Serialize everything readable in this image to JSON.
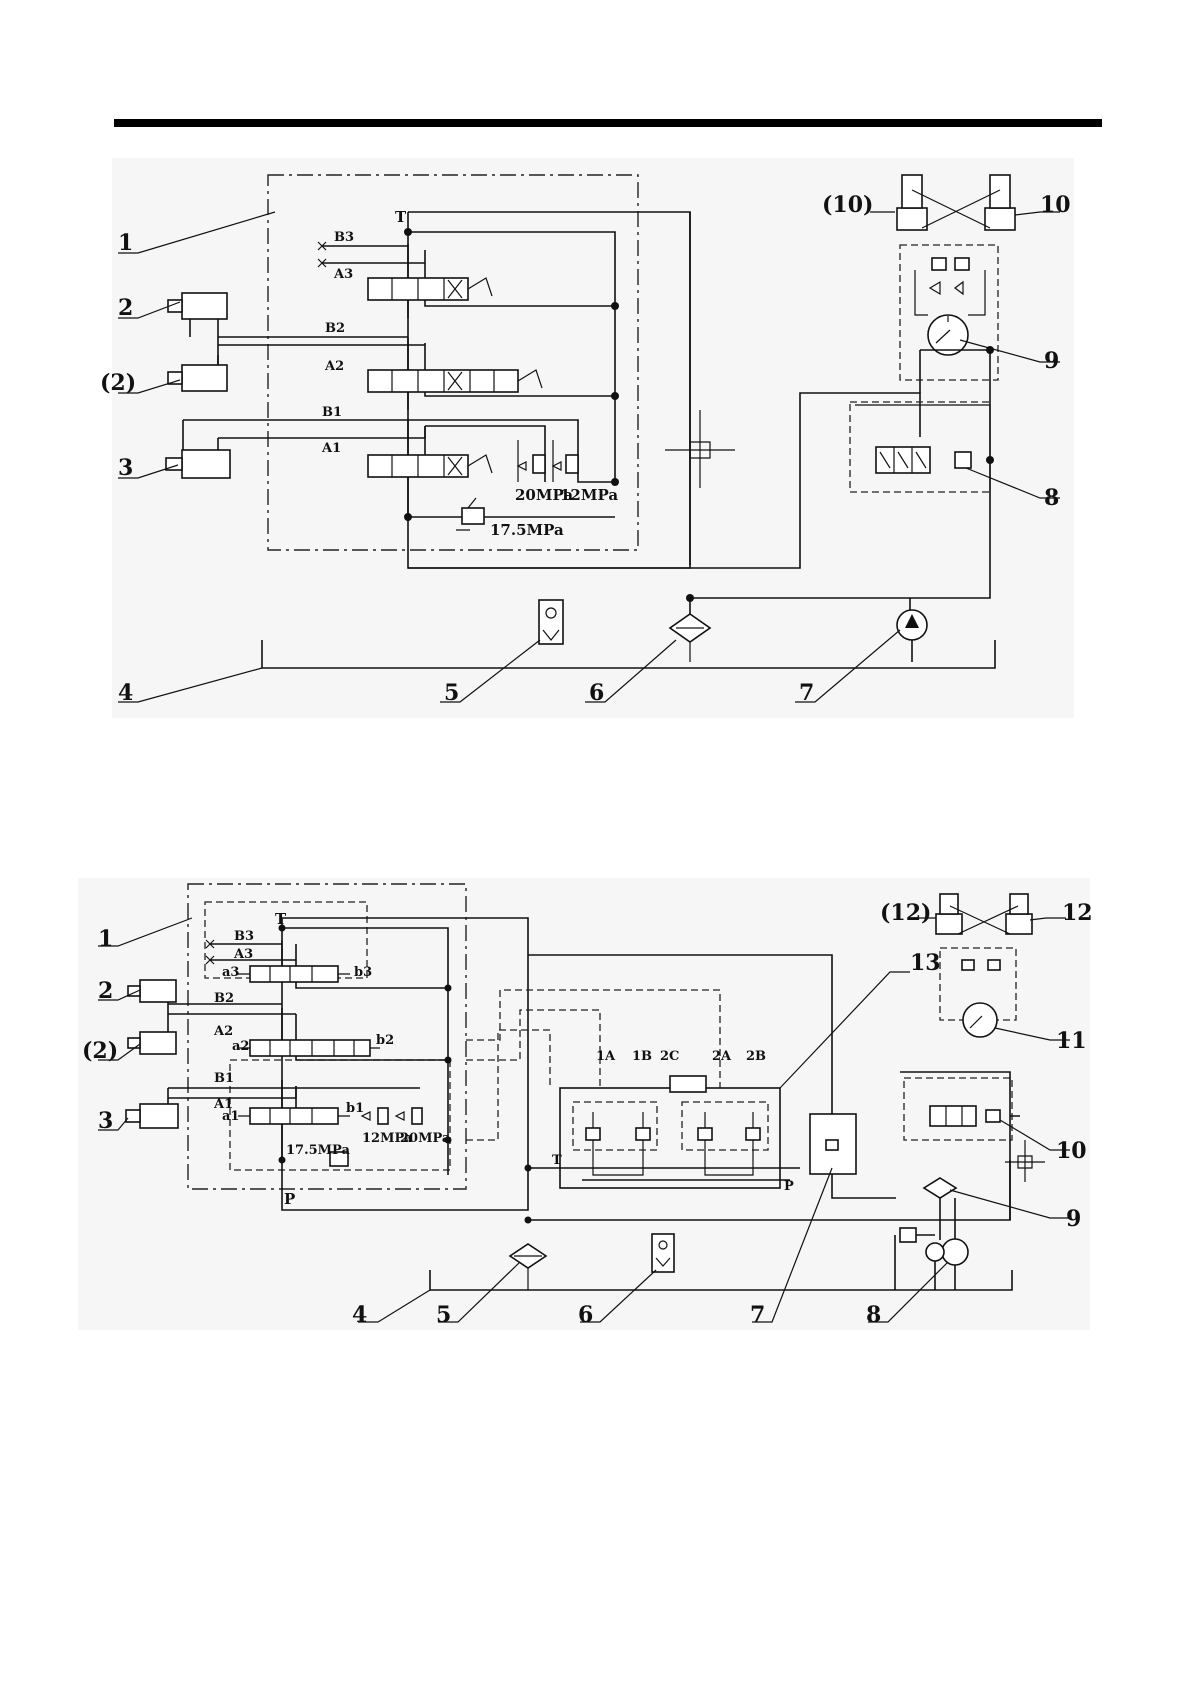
{
  "diagram1": {
    "callouts": [
      "1",
      "2",
      "(2)",
      "3",
      "4",
      "5",
      "6",
      "7",
      "8",
      "9",
      "(10)",
      "10"
    ],
    "ports": {
      "t": "T",
      "b3": "B3",
      "a3": "A3",
      "b2": "B2",
      "a2": "A2",
      "b1": "B1",
      "a1": "A1"
    },
    "pressures": {
      "p1": "20MPa",
      "p2": "12MPa",
      "p3": "17.5MPa"
    }
  },
  "diagram2": {
    "callouts": [
      "1",
      "2",
      "(2)",
      "3",
      "4",
      "5",
      "6",
      "7",
      "8",
      "9",
      "10",
      "11",
      "(12)",
      "12",
      "13"
    ],
    "ports": {
      "t": "T",
      "p": "P",
      "b3": "B3",
      "a3": "A3",
      "b2": "B2",
      "a2": "A2",
      "b1": "B1",
      "a1": "A1",
      "aa3": "a3",
      "bb3": "b3",
      "aa2": "a2",
      "bb2": "b2",
      "aa1": "a1",
      "bb1": "b1"
    },
    "pressures": {
      "p1": "17.5MPa",
      "p2": "12MPa",
      "p3": "20MPa"
    },
    "valve_ports": {
      "v1a": "1A",
      "v1b": "1B",
      "v2c": "2C",
      "v2a": "2A",
      "v2b": "2B",
      "vt": "T",
      "vp": "P"
    }
  }
}
